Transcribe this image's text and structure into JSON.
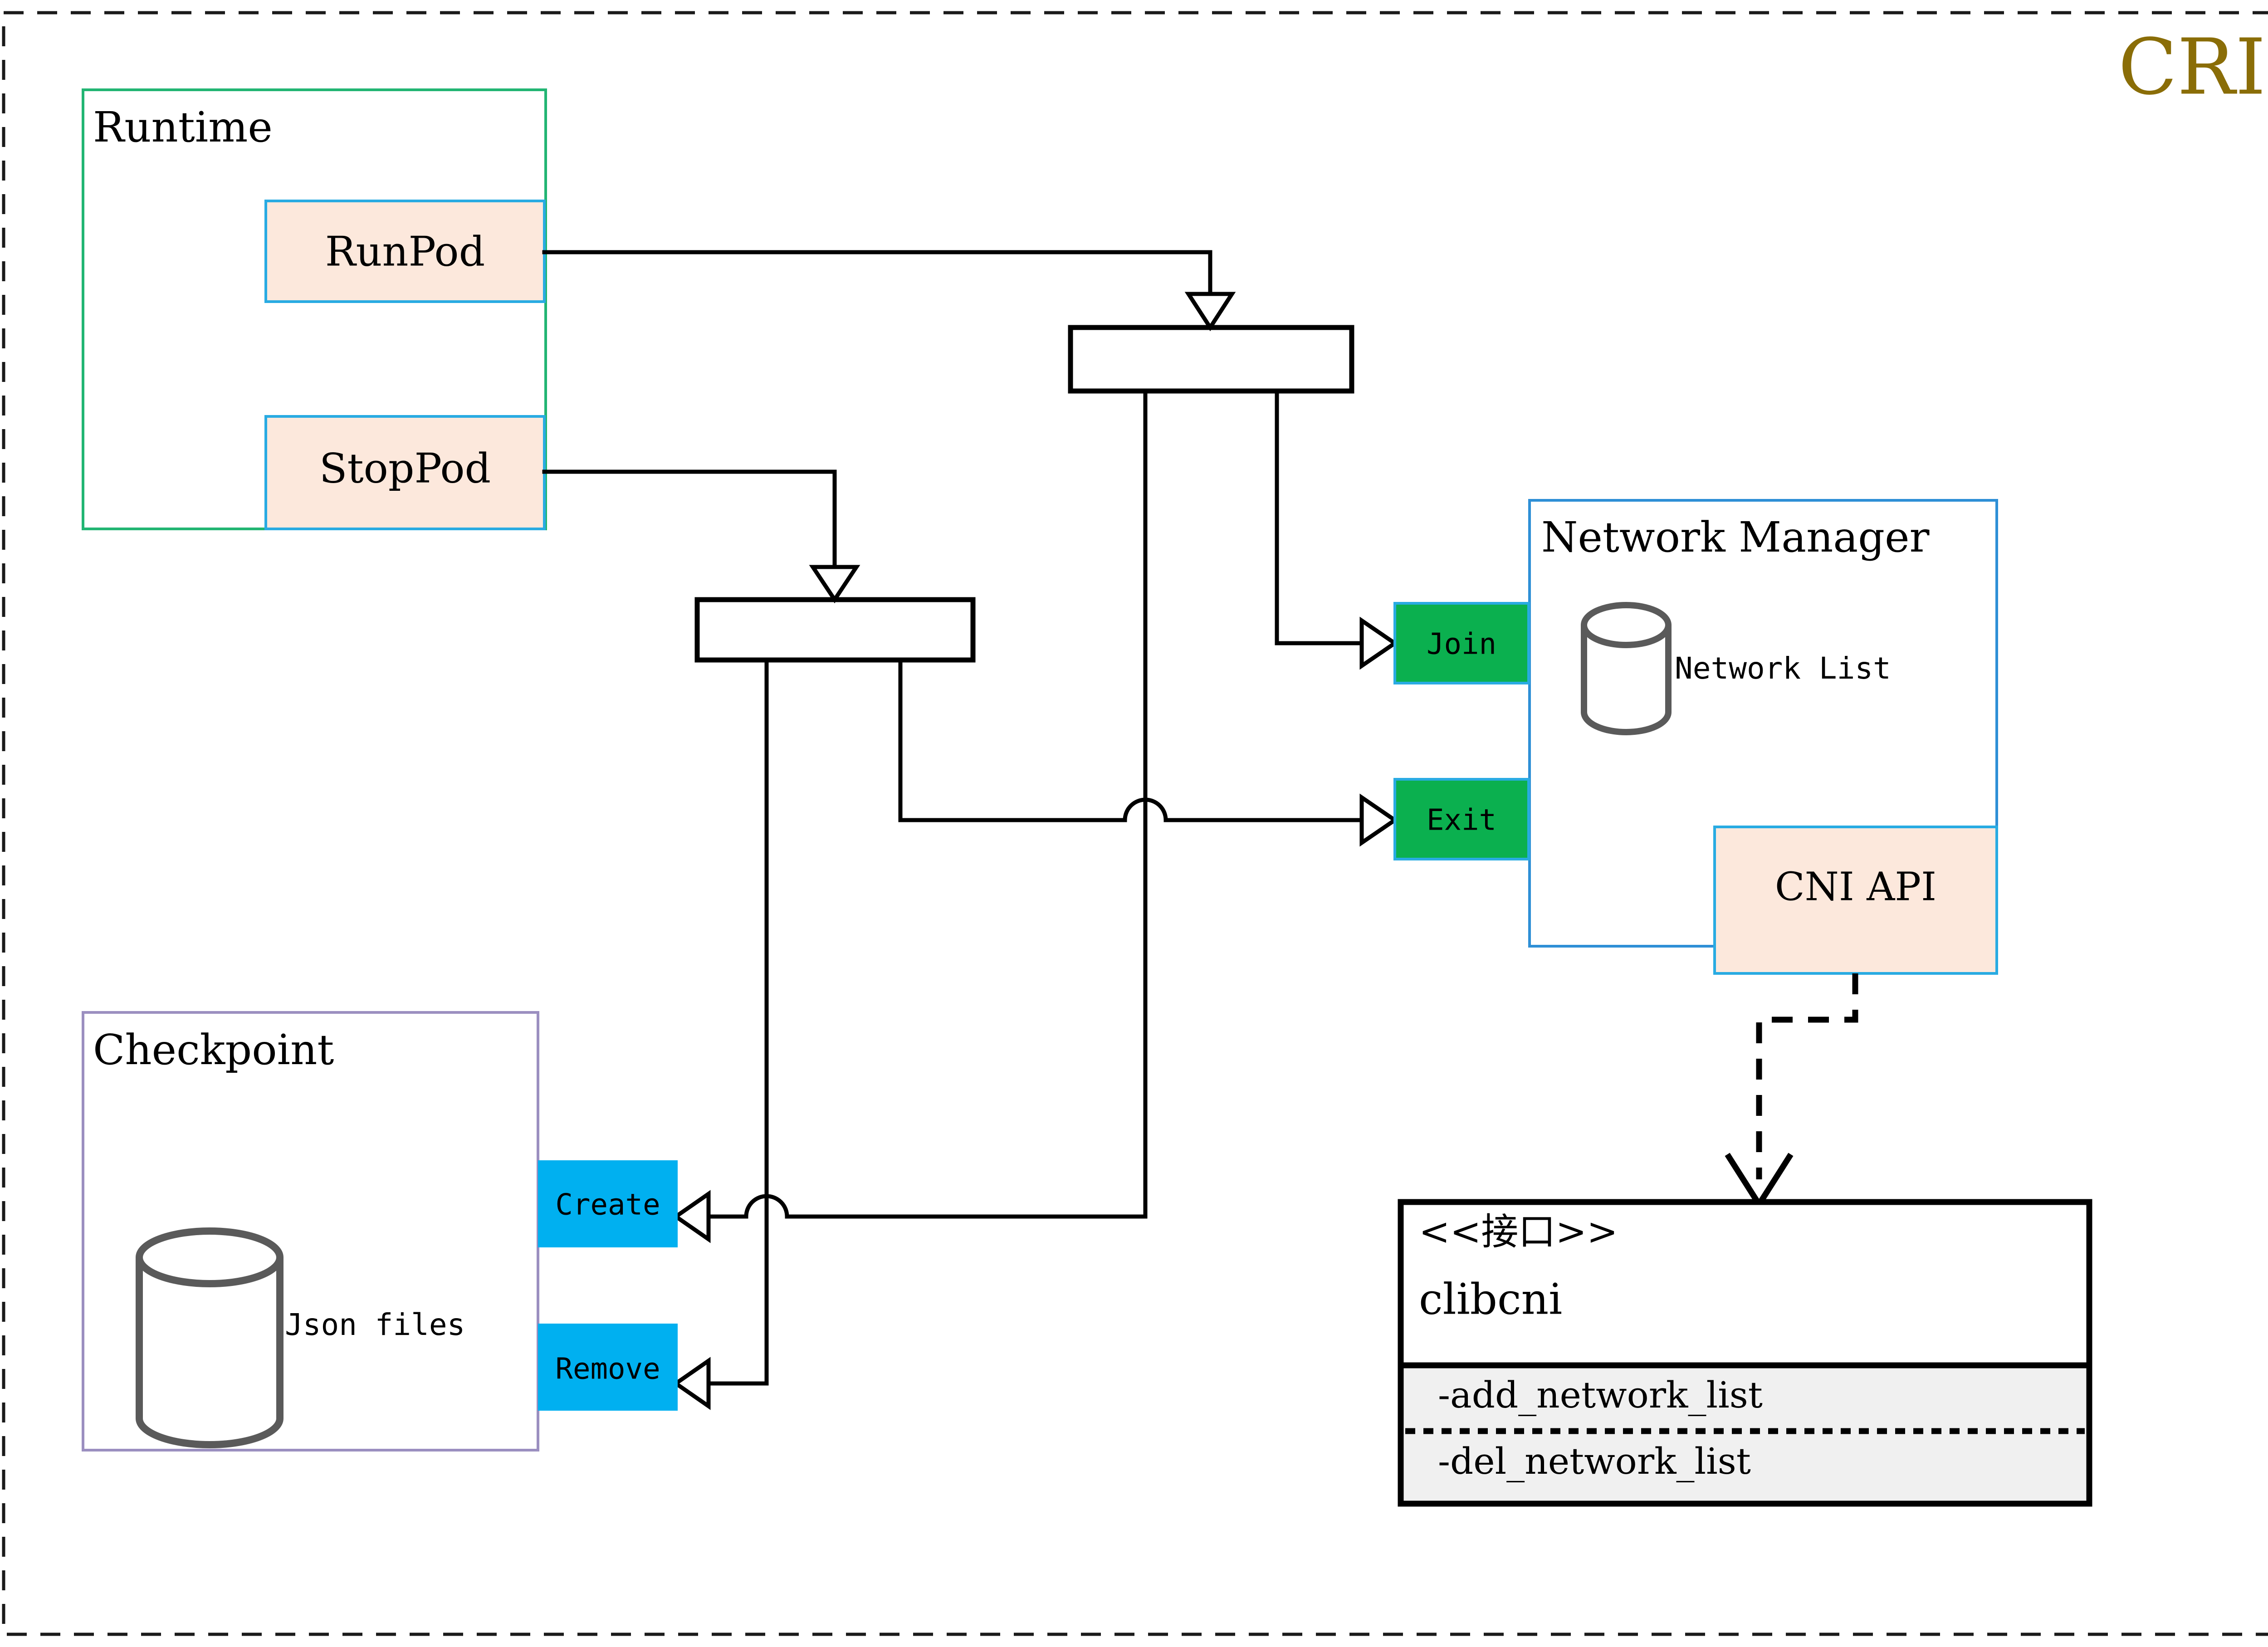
{
  "diagram": {
    "title": "CRI",
    "title_color": "#8a6d07",
    "frame": {
      "style": "dashed",
      "color": "#1a1a1a"
    }
  },
  "groups": {
    "runtime": {
      "label": "Runtime",
      "border_color": "#22b573",
      "fill": "#ffffff"
    },
    "checkpoint": {
      "label": "Checkpoint",
      "border_color": "#9b8fc0",
      "fill": "#ffffff",
      "store_label": "Json files",
      "store_icon": "cylinder-database-icon"
    },
    "network_manager": {
      "label": "Network Manager",
      "border_color": "#2e8fd6",
      "fill": "#ffffff",
      "store_label": "Network List",
      "store_icon": "cylinder-database-icon"
    }
  },
  "ops": {
    "runpod": {
      "label": "RunPod",
      "fill": "#fce8dc",
      "border_color": "#29abe2"
    },
    "stoppod": {
      "label": "StopPod",
      "fill": "#fce8dc",
      "border_color": "#29abe2"
    },
    "cni_api": {
      "label": "CNI API",
      "fill": "#fce8dc",
      "border_color": "#29abe2"
    },
    "join": {
      "label": "Join",
      "fill": "#0bb04f",
      "border_color": "#29abe2"
    },
    "exit": {
      "label": "Exit",
      "fill": "#0bb04f",
      "border_color": "#29abe2"
    },
    "create": {
      "label": "Create",
      "fill": "#00b0f0",
      "border_color": "#00b0f0"
    },
    "remove": {
      "label": "Remove",
      "fill": "#00b0f0",
      "border_color": "#00b0f0"
    }
  },
  "forks": {
    "fork_run": {
      "label": "",
      "fill": "#ffffff",
      "border_color": "#000000"
    },
    "fork_stop": {
      "label": "",
      "fill": "#ffffff",
      "border_color": "#000000"
    }
  },
  "interface_box": {
    "stereotype": "<<接口>>",
    "name": "clibcni",
    "members_fill": "#f0f0f0",
    "border_color": "#000000",
    "members": [
      "-add_network_list",
      "-del_network_list"
    ]
  }
}
